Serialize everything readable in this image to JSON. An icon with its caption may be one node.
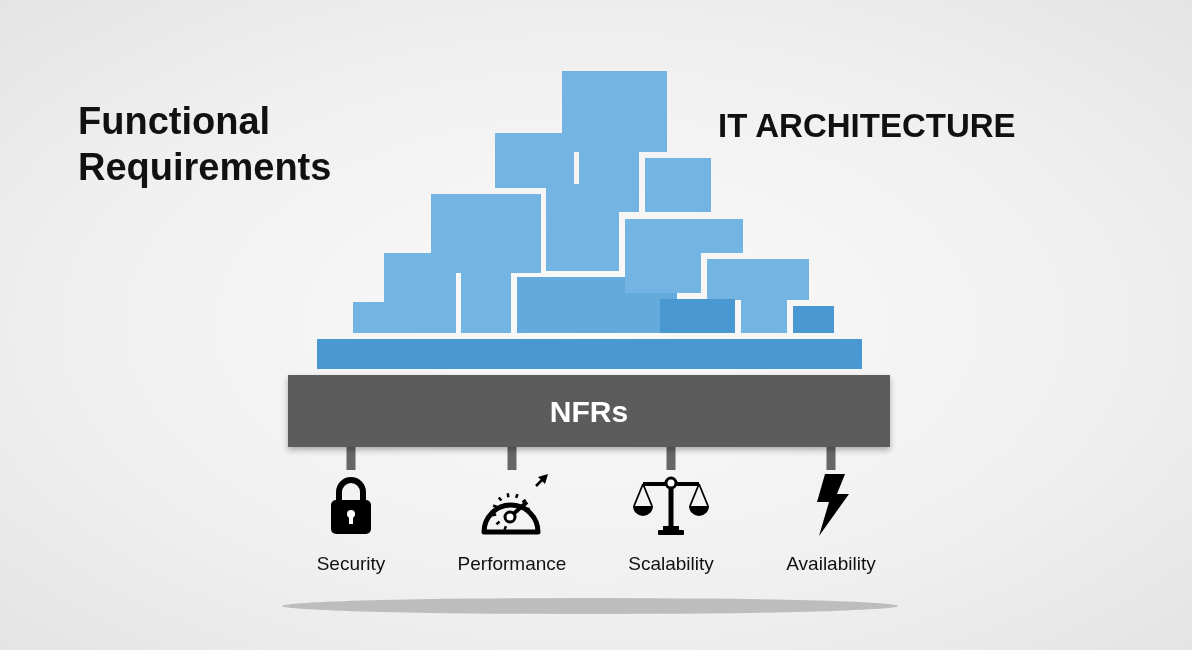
{
  "diagram": {
    "nodes": [
      {
        "text": [
          "NFRs"
        ]
      },
      {
        "text": [
          "Security"
        ]
      },
      {
        "text": [
          "Performance"
        ]
      },
      {
        "text": [
          "Scalability"
        ]
      },
      {
        "text": [
          "Availability"
        ]
      }
    ],
    "edges": [
      {
        "from": 0,
        "to": 1,
        "arrow": "none"
      },
      {
        "from": 0,
        "to": 2,
        "arrow": "none"
      },
      {
        "from": 0,
        "to": 3,
        "arrow": "none"
      },
      {
        "from": 0,
        "to": 4,
        "arrow": "none"
      }
    ],
    "labels": [
      "Functional Requirements",
      "IT ARCHITECTURE"
    ]
  }
}
